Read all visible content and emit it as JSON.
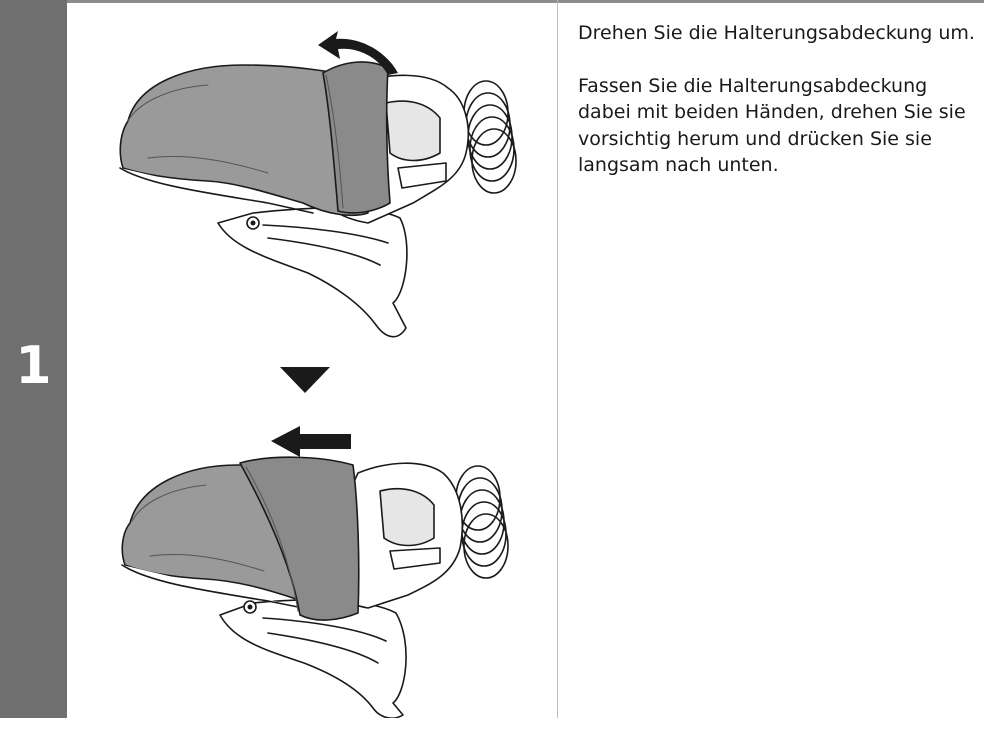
{
  "step": {
    "number": "1",
    "band_color": "#6f6f6f",
    "text_color": "#ffffff"
  },
  "figures": [
    {
      "icon": "lever-hood-rotating-illustration",
      "arrow": "curved-arrow-left-icon"
    },
    {
      "icon": "down-triangle-icon"
    },
    {
      "icon": "lever-hood-pressed-down-illustration",
      "arrow": "straight-arrow-left-icon"
    }
  ],
  "instructions": {
    "heading": "Drehen Sie die Halterungsabdeckung um.",
    "body": "Fassen Sie die Halterungsabdeckung dabei mit beiden Händen, drehen Sie sie vorsichtig herum und drücken Sie sie langsam nach unten."
  },
  "colors": {
    "hood_fill": "#9a9a9a",
    "hood_dark": "#7e7e7e",
    "line": "#1a1a1a",
    "divider": "#bdbdbd"
  }
}
